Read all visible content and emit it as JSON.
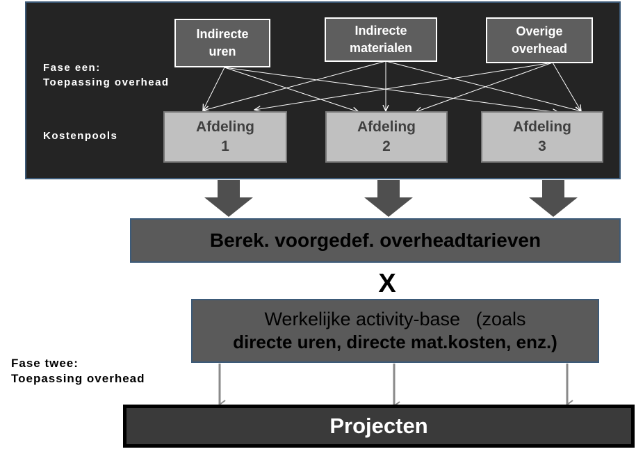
{
  "phase_one": {
    "label_line1": "Fase een:",
    "label_line2": "Toepassing overhead",
    "pool_label": "Kostenpools"
  },
  "sources": [
    {
      "line1": "Indirecte",
      "line2": "uren"
    },
    {
      "line1": "Indirecte",
      "line2": "materialen"
    },
    {
      "line1": "Overige",
      "line2": "overhead"
    }
  ],
  "departments": [
    {
      "line1": "Afdeling",
      "line2": "1"
    },
    {
      "line1": "Afdeling",
      "line2": "2"
    },
    {
      "line1": "Afdeling",
      "line2": "3"
    }
  ],
  "rates": {
    "label": "Berek. voorgedef. overheadtarieven"
  },
  "multiply": {
    "symbol": "X"
  },
  "activity": {
    "line1": "Werkelijke activity-base   (zoals",
    "line2": "directe uren, directe mat.kosten, enz.)"
  },
  "phase_two": {
    "label_line1": "Fase twee:",
    "label_line2": "Toepassing overhead"
  },
  "projects": {
    "label": "Projecten"
  },
  "colors": {
    "panel_bg": "#242424",
    "panel_border": "#3c5a78",
    "source_box": "#5e5e5e",
    "department_box": "#c0c0c0",
    "flow_box": "#5a5a5a",
    "big_arrow": "#4f4f4f",
    "thin_arrow": "#8a8a8a",
    "projects_box": "#3a3a3a"
  }
}
